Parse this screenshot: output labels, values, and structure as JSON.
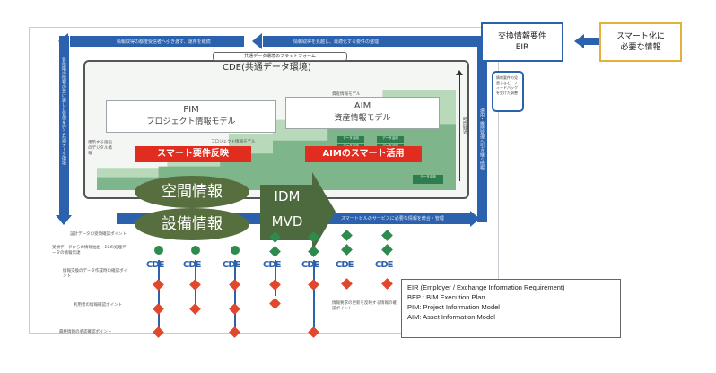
{
  "top": {
    "eir_box": {
      "line1": "交換情報要件",
      "line2": "EIR"
    },
    "smart_box": {
      "line1": "スマート化に",
      "line2": "必要な情報"
    },
    "eir_note": "情報要件の見直しなど、フィードバックを受けた調整"
  },
  "arrows": {
    "top_left_text": "情報取得の都度受信者へ引き渡す、運用を継続",
    "top_right_text": "情報取得を見越し、最適化する要件の整理",
    "left_vertical_text": "各段階の情報の受け渡しと管理を行う共通データ環境",
    "right_vertical_text": "運用・維持管理へ引き継ぐ情報",
    "middle_text": "スマートビルのサービスに必要な情報を統合・管理"
  },
  "cde": {
    "subtitle": "共通データ環境のプラットフォーム",
    "title": "CDE(共通データ環境)",
    "pim": {
      "title": "PIM",
      "subtitle": "プロジェクト情報モデル"
    },
    "aim": {
      "title": "AIM",
      "subtitle": "資産情報モデル"
    },
    "pim_red": "スマート要件反映",
    "aim_red": "AIMのスマート活用",
    "side_note": "建築する施設のデジタル情報",
    "stair_label_1": "プロジェクト情報モデル",
    "stair_label_2": "資産情報モデル",
    "aim_sub_boxes": [
      "データ活用",
      "データ活用",
      "データ活用",
      "データ活用",
      "データ活用",
      "データ活用"
    ],
    "right_small": "施設情報の活用",
    "vertical_small": "時間経過"
  },
  "overlay": {
    "space_info": "空間情報",
    "equipment_info": "設備情報",
    "idm": "IDM",
    "mvd": "MVD"
  },
  "left_labels": [
    "設計データの受領確認ポイント",
    "受領データからの情報抽出・ECの処理データの情報伝達",
    "情報交換のデータ作成時の確認ポイント",
    "利用者の情報確認ポイント",
    "最終情報の承認確認ポイント"
  ],
  "bottom_note": "情報要求の更新を反映する情報の確認ポイント",
  "legend": [
    "EIR (Employer / Exchange Information Requirement)",
    "BEP : BIM Execution Plan",
    "PIM: Project Information Model",
    "AIM: Asset Information Model"
  ],
  "cocog_label": "CDE"
}
